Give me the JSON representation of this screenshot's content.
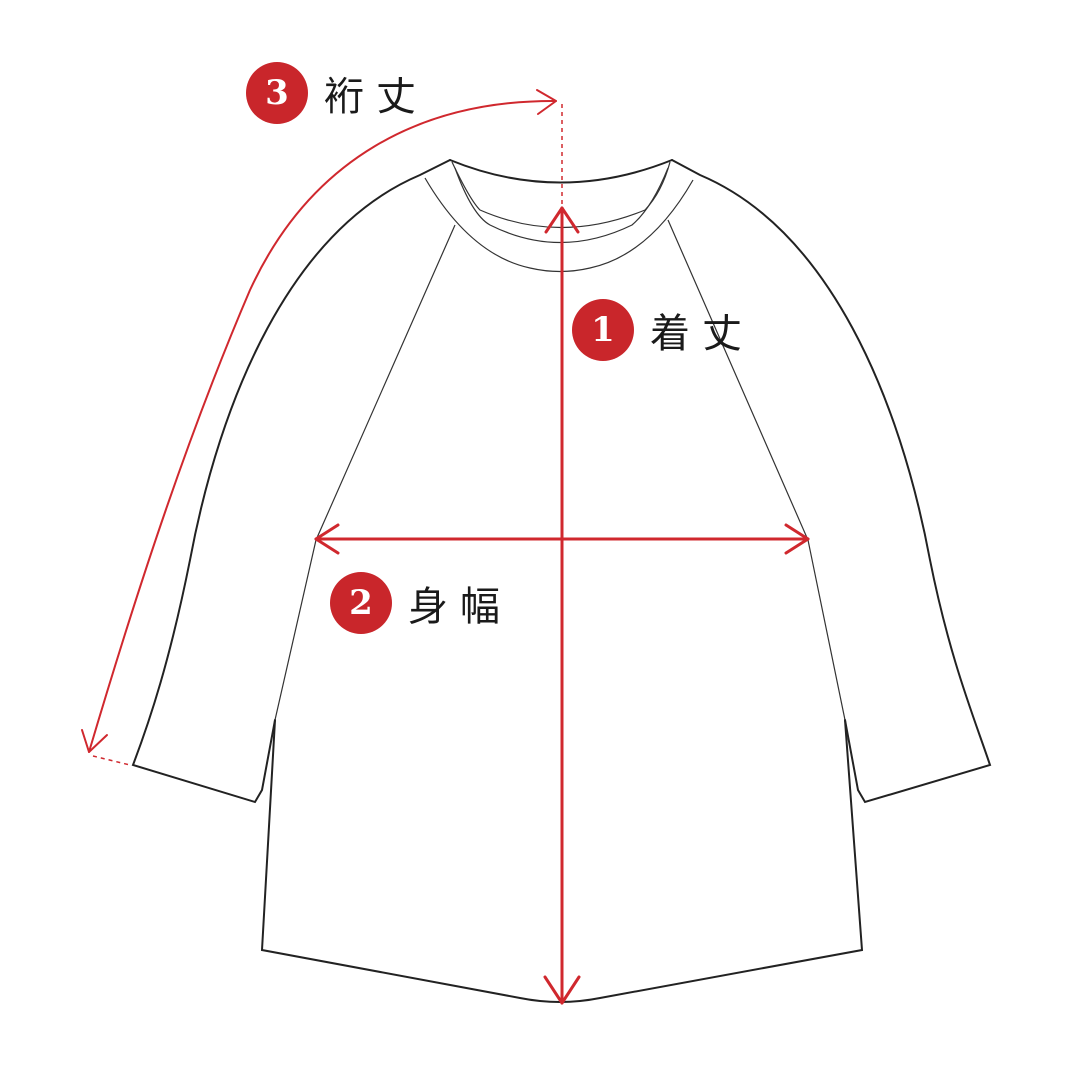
{
  "diagram": {
    "subject": "raglan long-sleeve T-shirt",
    "colors": {
      "measure_red": "#d0282e",
      "badge_red": "#c9262b",
      "outline": "#222222",
      "background": "#ffffff"
    },
    "measurements": [
      {
        "number": "1",
        "label": "着丈",
        "meaning": "body length"
      },
      {
        "number": "2",
        "label": "身幅",
        "meaning": "chest width"
      },
      {
        "number": "3",
        "label": "裄丈",
        "meaning": "sleeve length (center back to cuff)"
      }
    ]
  }
}
